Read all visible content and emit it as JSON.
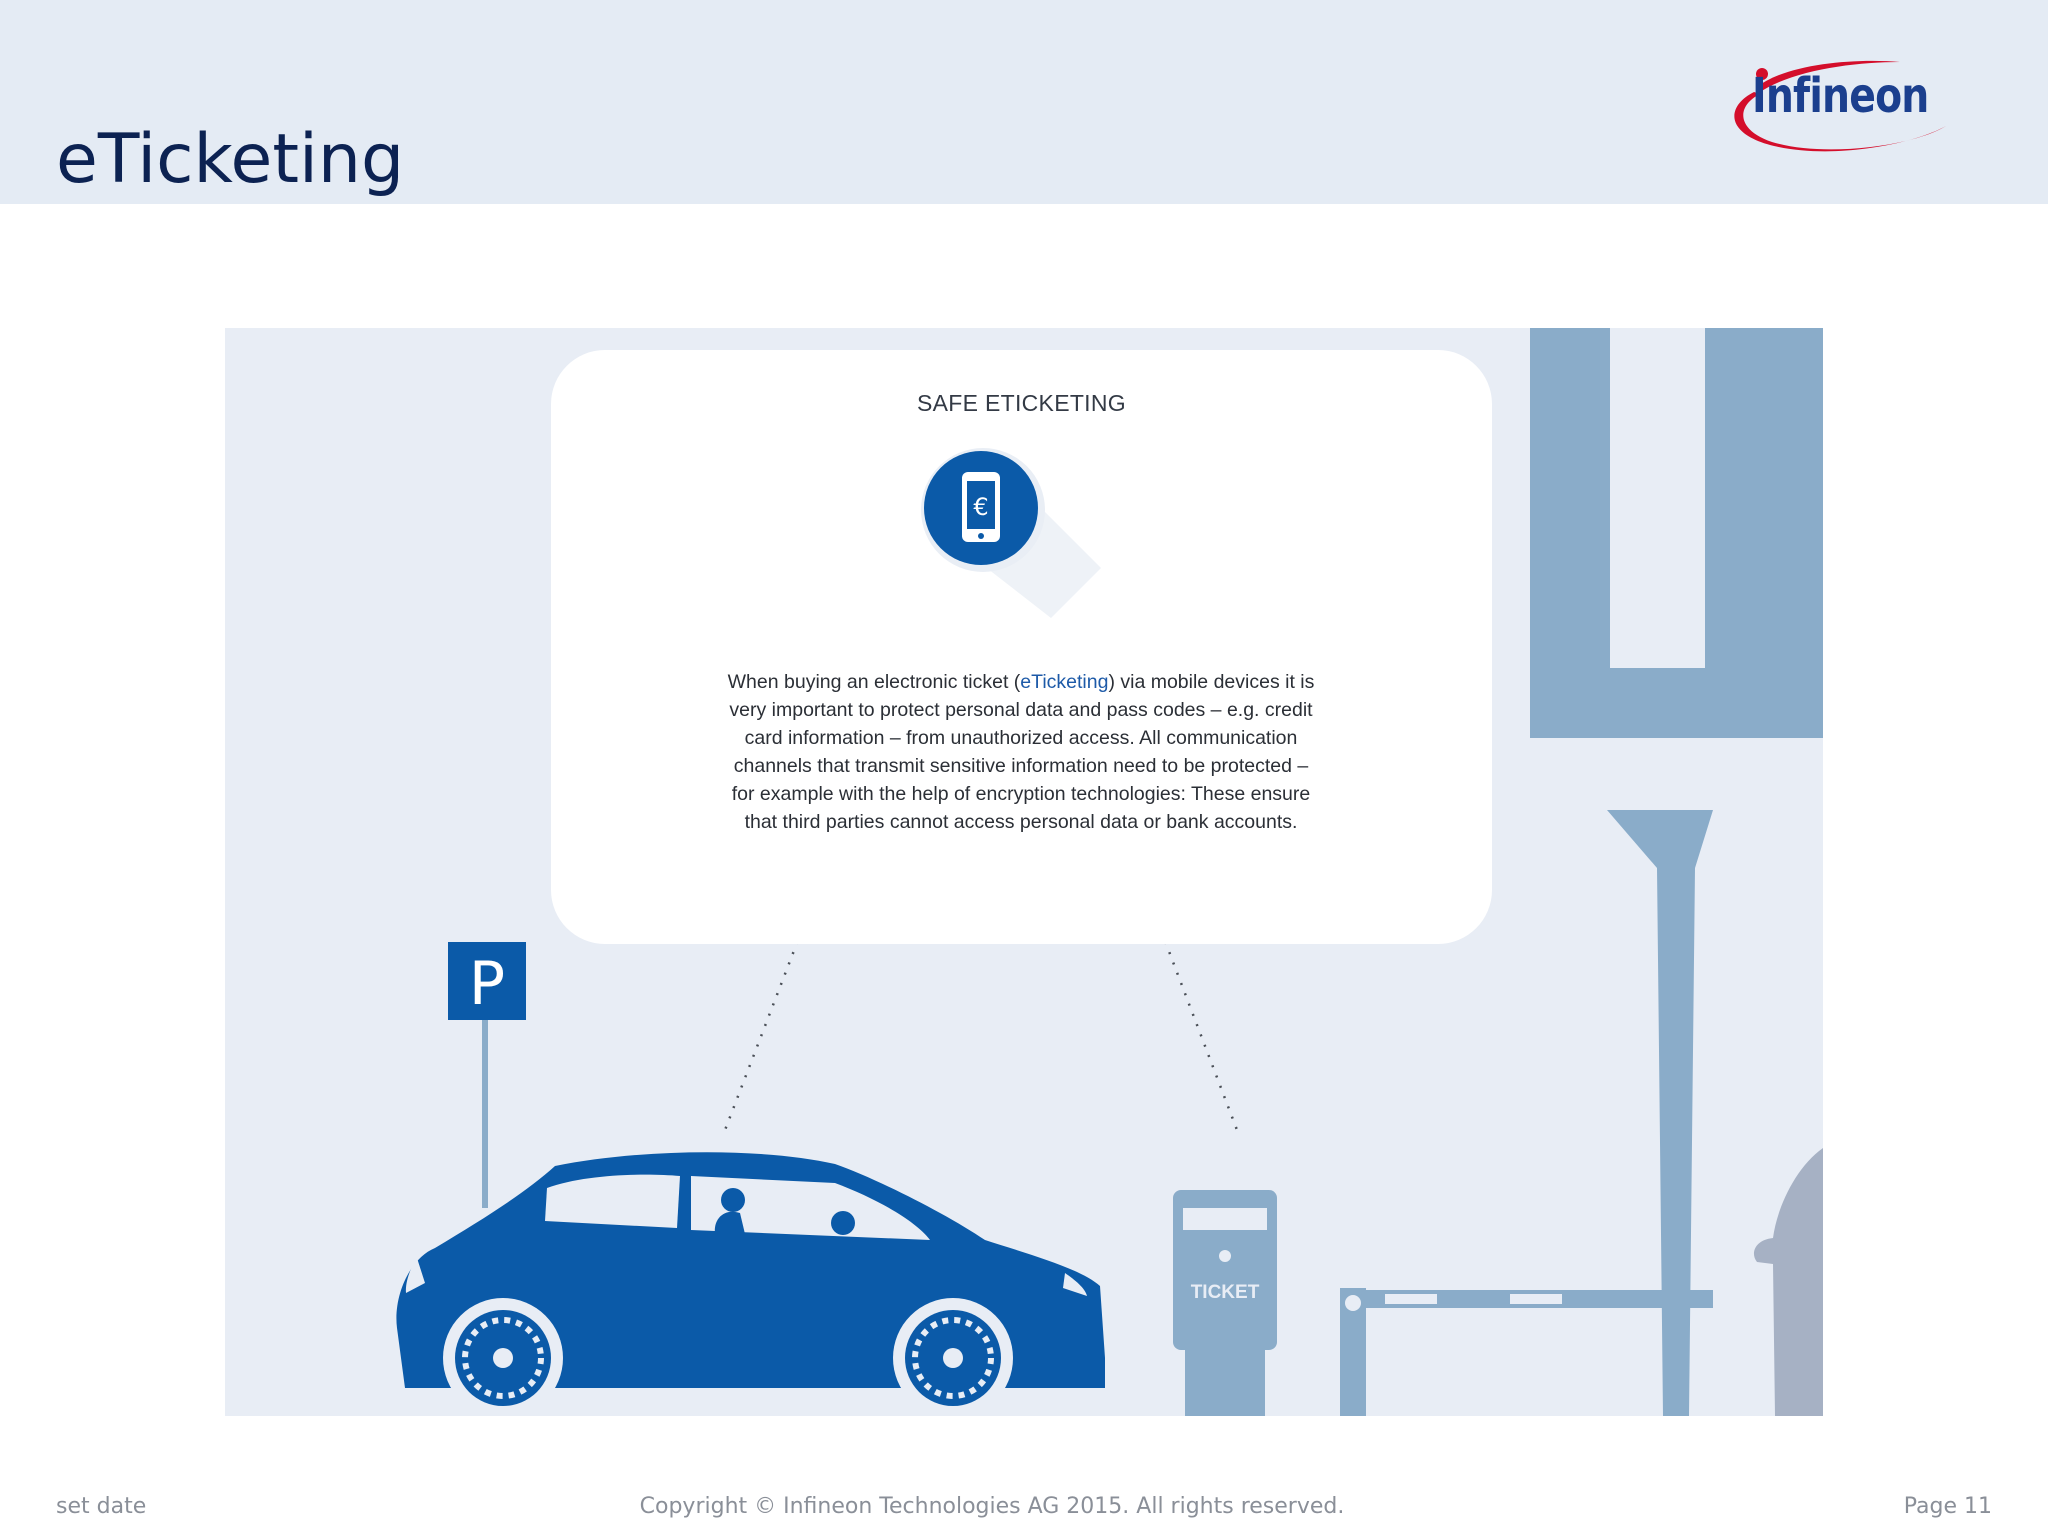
{
  "slide": {
    "title": "eTicketing"
  },
  "logo": {
    "brand": "Infineon",
    "colors": {
      "text": "#1b3f8e",
      "swoosh": "#d40e2b"
    }
  },
  "card": {
    "heading": "SAFE ETICKETING",
    "icon": "smartphone-euro-icon",
    "text_before": "When buying an electronic ticket (",
    "text_highlight": "eTicketing",
    "text_after": ") via mobile devices it is very important to protect personal data and pass codes – e.g. credit card information – from unauthorized access. All communication channels that transmit sensitive information need to be protected – for example with the help of encryption technologies: These ensure that third parties cannot access personal data or bank accounts."
  },
  "scene": {
    "parking_sign_letter": "P",
    "ticket_machine_label": "TICKET",
    "colors": {
      "car": "#0b5aa8",
      "structures": "#8aacc9",
      "background": "#e8edf5"
    }
  },
  "footer": {
    "date": "set date",
    "copyright": "Copyright © Infineon Technologies AG 2015. All rights reserved.",
    "page": "Page 11"
  }
}
